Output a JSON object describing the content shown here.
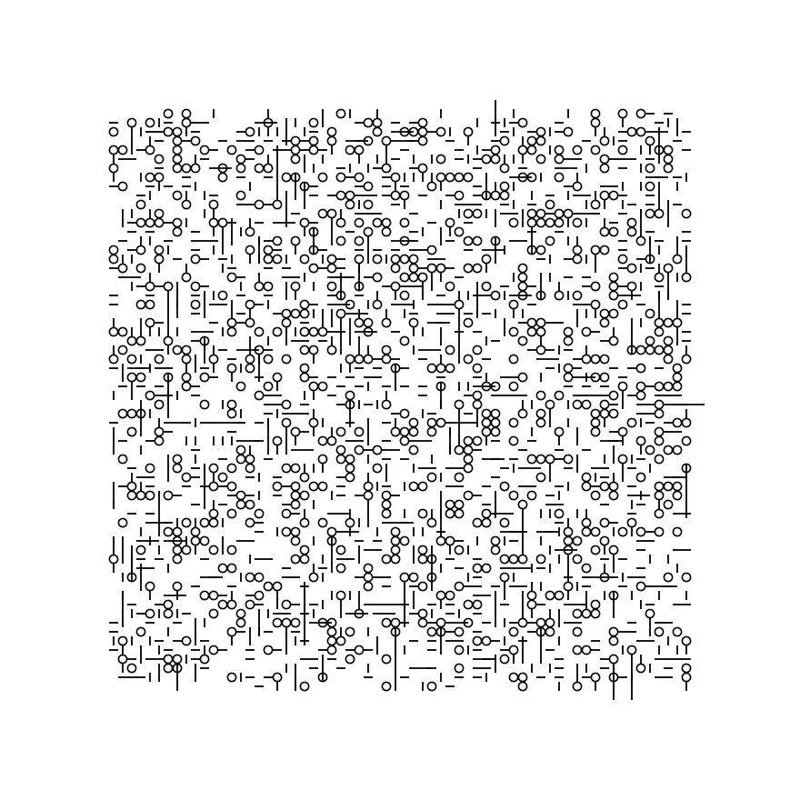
{
  "image": {
    "background": "#ffffff",
    "ink": "#000000",
    "glyph_types": [
      "circle",
      "vertical-bar",
      "horizontal-dash"
    ]
  }
}
